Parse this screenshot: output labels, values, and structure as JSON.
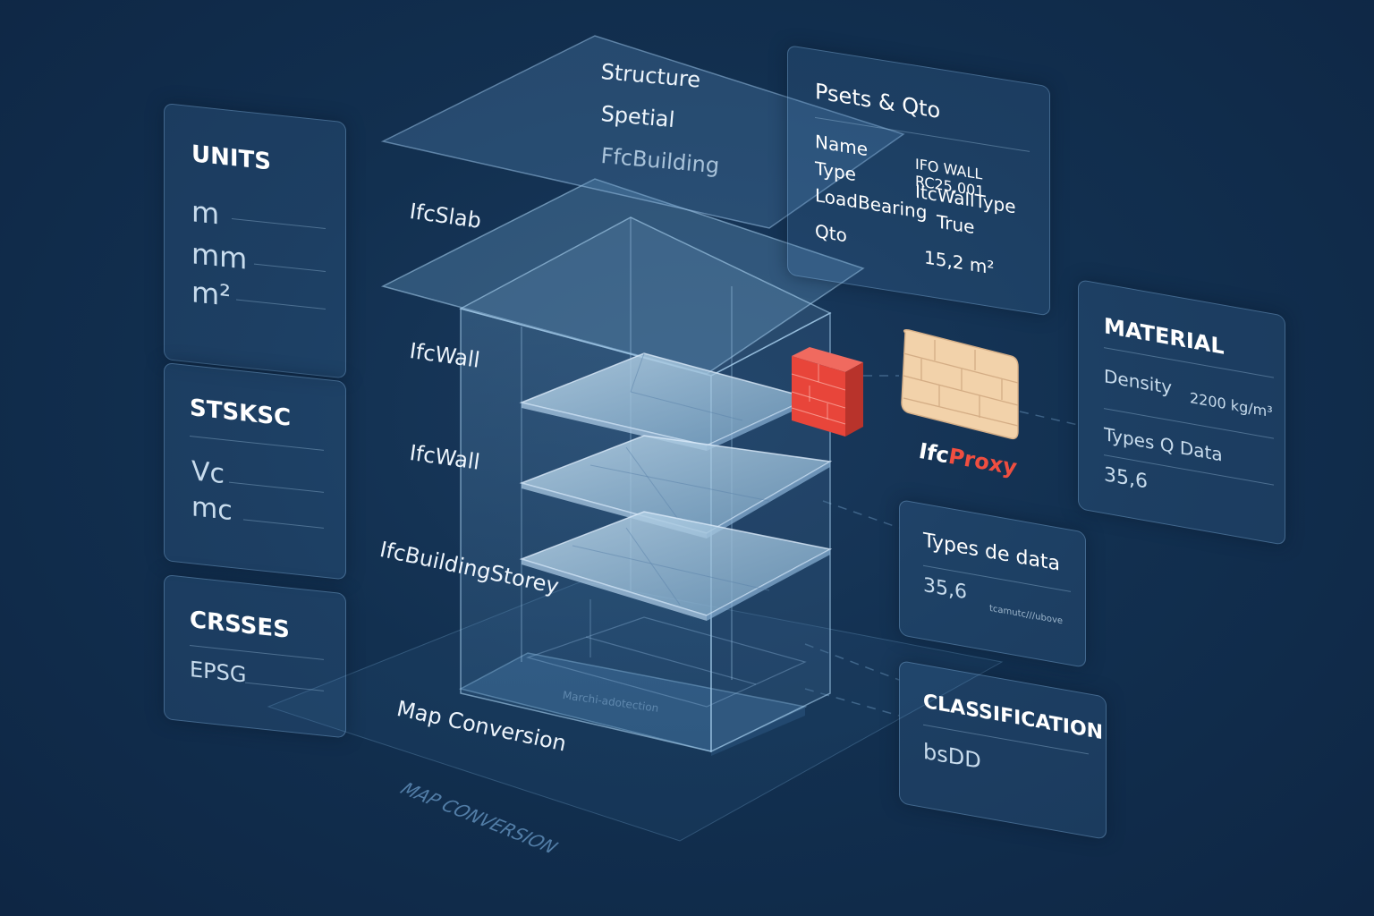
{
  "units_panel": {
    "title": "UNITS",
    "items": [
      "m",
      "mm",
      "m²"
    ]
  },
  "stsksc_panel": {
    "title": "STSKSC",
    "items": [
      "Vc",
      "mc"
    ]
  },
  "crsses_panel": {
    "title": "CRSSES",
    "items": [
      "EPSG"
    ]
  },
  "top_plane": {
    "lines": [
      "Structure",
      "Spetial",
      "FfcBuilding"
    ]
  },
  "labels": {
    "slab": "IfcSlab",
    "wall_1": "IfcWall",
    "wall_2": "IfcWall",
    "storey": "IfcBuildingStorey",
    "map_conversion": "Map Conversion",
    "map_conversion_floor": "MAP CONVERSION",
    "base_text": "Marchi-adotection"
  },
  "psets_panel": {
    "title": "Psets & Qto",
    "rows": [
      {
        "key": "Name",
        "value": "IFO WALL RC25,001"
      },
      {
        "key": "Type",
        "value": "ItcWallType"
      },
      {
        "key": "LoadBearing",
        "value": "True"
      },
      {
        "key": "Qto",
        "value": "15,2 m²"
      }
    ]
  },
  "proxy": {
    "label_prefix": "Ifc",
    "label_suffix": "Proxy"
  },
  "material_panel": {
    "title": "MATERIAL",
    "density_label": "Density",
    "density_value": "2200 kg/m³",
    "types_label": "Types Q Data",
    "types_value": "35,6"
  },
  "types_de_data_panel": {
    "title": "Types de data",
    "value": "35,6",
    "sub": "tcamutc///ubove"
  },
  "classification_panel": {
    "title": "CLASSIFICATION",
    "value": "bsDD"
  },
  "colors": {
    "background": "#123050",
    "accent_red": "#e8453a",
    "brick_beige": "#f2d2aa",
    "text": "#dbe8f5"
  }
}
